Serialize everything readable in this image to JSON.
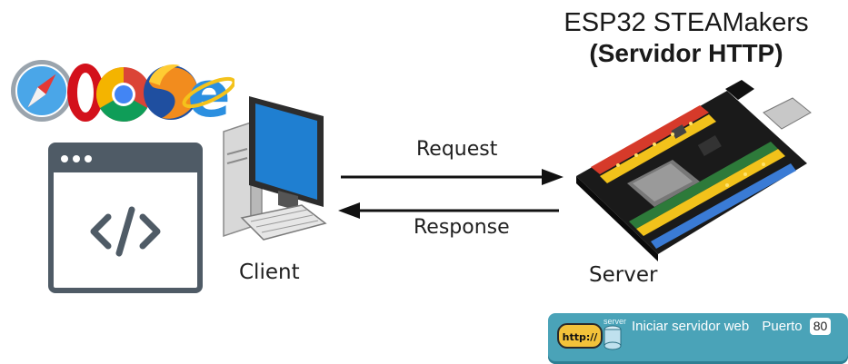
{
  "title": {
    "line1": "ESP32 STEAMakers",
    "line2": "(Servidor HTTP)"
  },
  "labels": {
    "client": "Client",
    "server": "Server",
    "request": "Request",
    "response": "Response"
  },
  "block": {
    "icon_text": "http://",
    "tag": "server",
    "text": "Iniciar servidor web",
    "port_label": "Puerto",
    "port_value": "80"
  },
  "colors": {
    "block": "#4aa3b8",
    "window_icon": "#4f5b66",
    "monitor_screen": "#1f7fd1"
  }
}
